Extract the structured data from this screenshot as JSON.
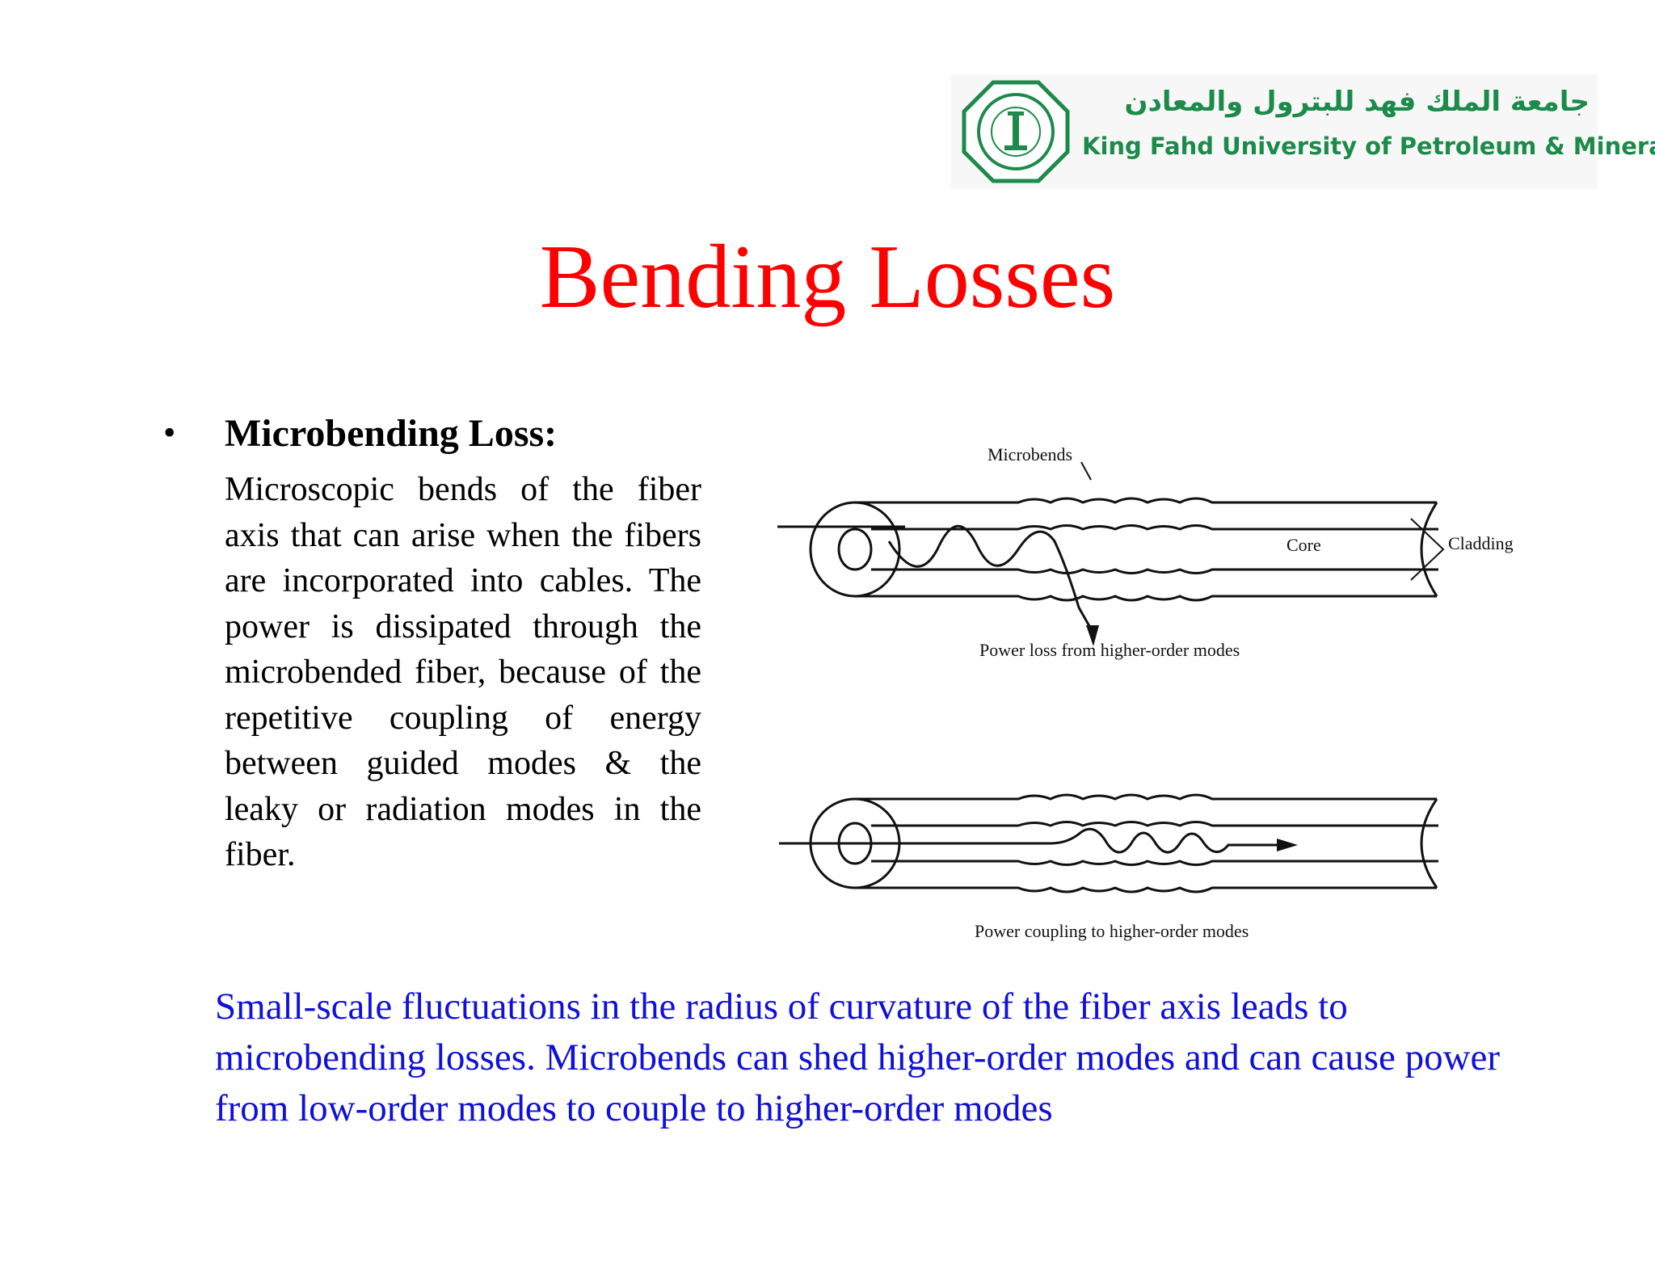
{
  "logo": {
    "arabic_name": "جامعة الملك فهد للبترول والمعادن",
    "english_name": "King Fahd University of Petroleum & Minerals",
    "colors": {
      "brand_green": "#1c8a4a"
    }
  },
  "slide": {
    "title": "Bending Losses",
    "bullet": "•",
    "heading": "Microbending Loss:",
    "body": "Microscopic bends of the fiber axis that can arise when the fibers are incorporated into cables. The power is dissipated through the microbended fiber, because of the repetitive coupling of energy between guided modes & the leaky or radiation modes in the fiber.",
    "summary": "Small-scale fluctuations in the radius of curvature of the fiber axis leads to microbending losses.  Microbends can shed higher-order modes and can cause power from low-order modes to couple to higher-order modes",
    "colors": {
      "title": "#ff0000",
      "summary": "#1010d8"
    }
  },
  "diagram_top": {
    "label_microbends": "Microbends",
    "label_core": "Core",
    "label_cladding": "Cladding",
    "caption": "Power loss from higher-order modes"
  },
  "diagram_bottom": {
    "caption": "Power coupling to higher-order modes"
  }
}
